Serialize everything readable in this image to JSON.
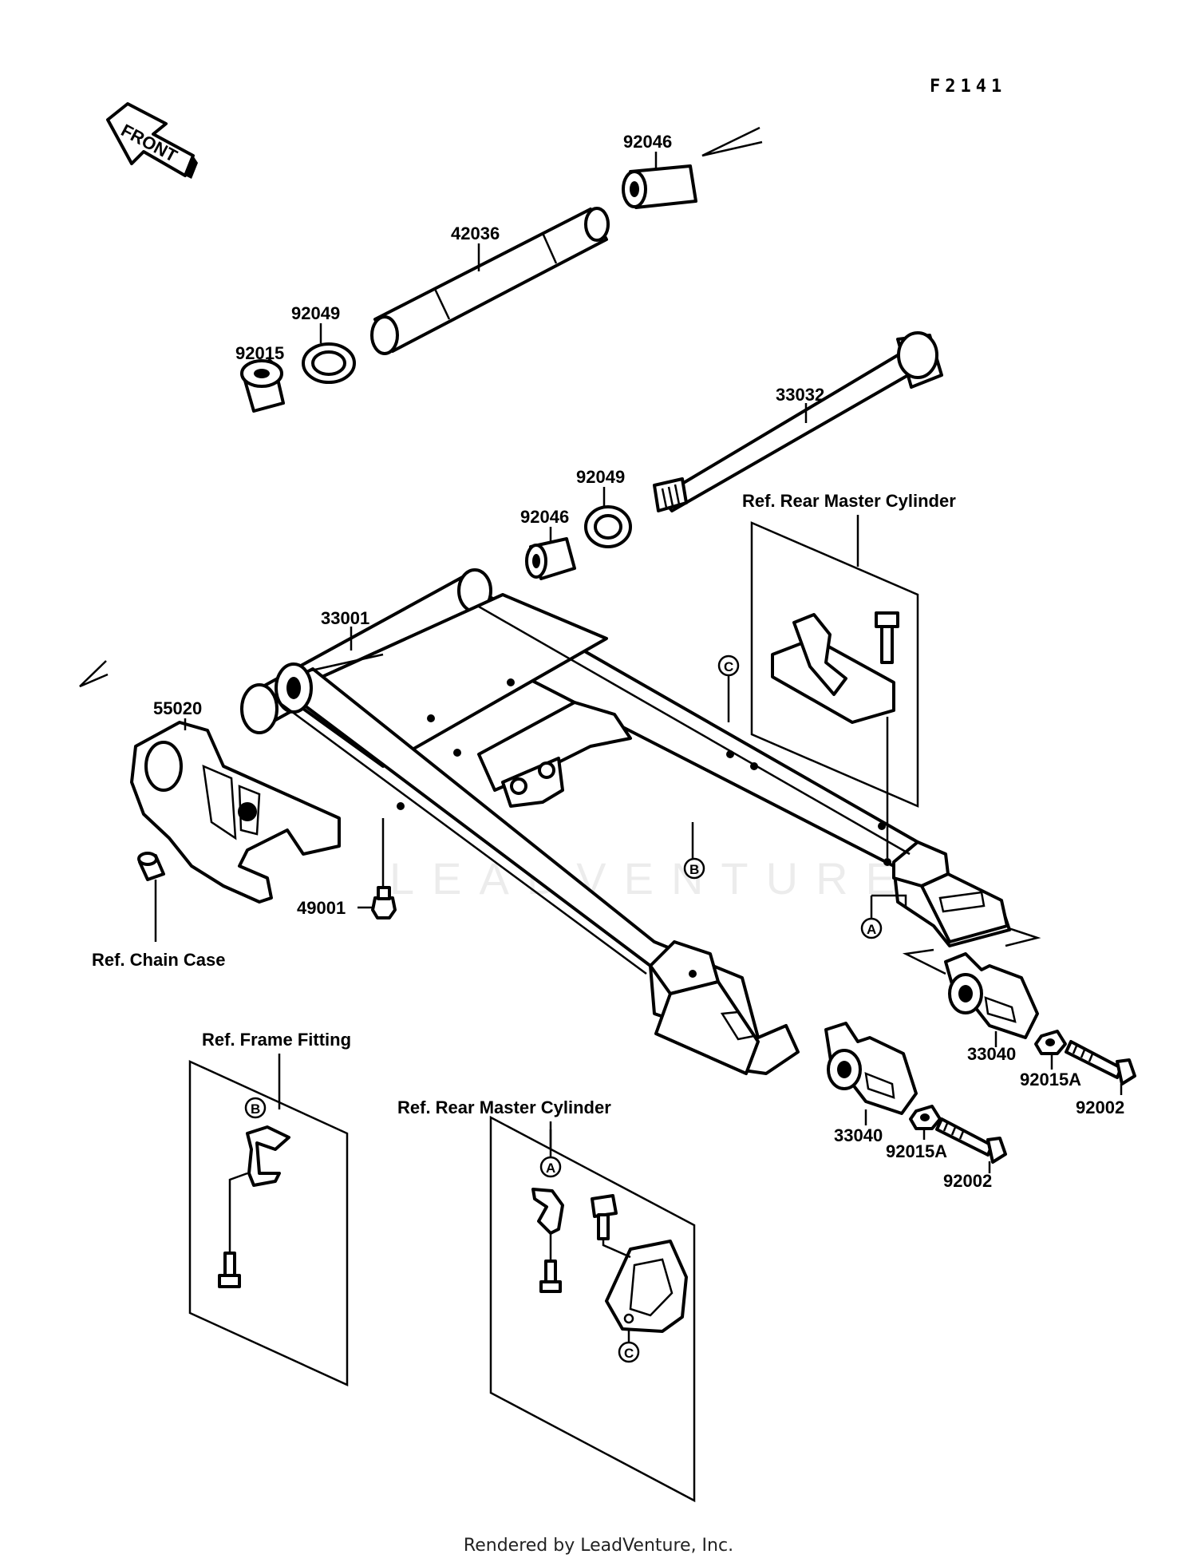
{
  "figure_code": "F2141",
  "front_arrow_label": "FRONT",
  "watermark": "LEADVENTURE",
  "footer": "Rendered by LeadVenture, Inc.",
  "parts": {
    "p92046_top": "92046",
    "p42036": "42036",
    "p92049_left": "92049",
    "p92015": "92015",
    "p33032": "33032",
    "p92049_mid": "92049",
    "p92046_mid": "92046",
    "p33001": "33001",
    "p55020": "55020",
    "p49001": "49001",
    "p33040_right": "33040",
    "p92015A_right": "92015A",
    "p92002_right": "92002",
    "p33040_left": "33040",
    "p92015A_left": "92015A",
    "p92002_left": "92002"
  },
  "references": {
    "rear_master_cylinder_top": "Ref. Rear Master Cylinder",
    "chain_case": "Ref. Chain Case",
    "frame_fitting": "Ref. Frame Fitting",
    "rear_master_cylinder_bottom": "Ref. Rear Master Cylinder"
  },
  "markers": {
    "A": "A",
    "B": "B",
    "C": "C"
  }
}
